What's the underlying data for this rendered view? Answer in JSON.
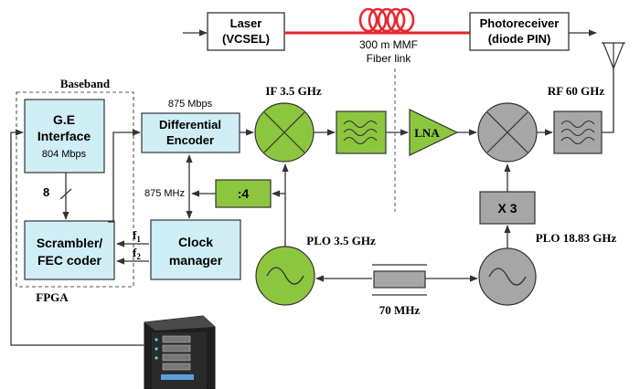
{
  "colors": {
    "cyan_box": "#cfeef5",
    "green": "#8cc63f",
    "gray": "#a6a6a6",
    "fiber_red": "#e8272e",
    "line": "#333333"
  },
  "top_link": {
    "laser": {
      "line1": "Laser",
      "line2": "(VCSEL)"
    },
    "photoreceiver": {
      "line1": "Photoreceiver",
      "line2": "(diode PIN)"
    },
    "fiber_label_line1": "300 m MMF",
    "fiber_label_line2": "Fiber link"
  },
  "baseband": {
    "title": "Baseband",
    "fpga_label": "FPGA",
    "ge_interface": {
      "line1": "G.E",
      "line2": "Interface",
      "rate": "804 Mbps"
    },
    "bus_width": "8",
    "scrambler": {
      "line1": "Scrambler/",
      "line2": "FEC coder"
    },
    "f1": "f",
    "f1_sub": "1",
    "f2": "f",
    "f2_sub": "2"
  },
  "encoder": {
    "rate": "875 Mbps",
    "line1": "Differential",
    "line2": "Encoder"
  },
  "clock": {
    "freq": "875 MHz",
    "divider": ":4",
    "line1": "Clock",
    "line2": "manager"
  },
  "rf_chain": {
    "if_label": "IF 3.5 GHz",
    "lna": "LNA",
    "rf_label": "RF 60 GHz",
    "plo_if": "PLO 3.5 GHz",
    "multiplier": "X 3",
    "plo_rf": "PLO 18.83 GHz",
    "filter_70": "70 MHz"
  },
  "icons": [
    "mixer-icon",
    "bandpass-filter-icon",
    "oscillator-icon",
    "antenna-icon",
    "nas-server-icon"
  ]
}
